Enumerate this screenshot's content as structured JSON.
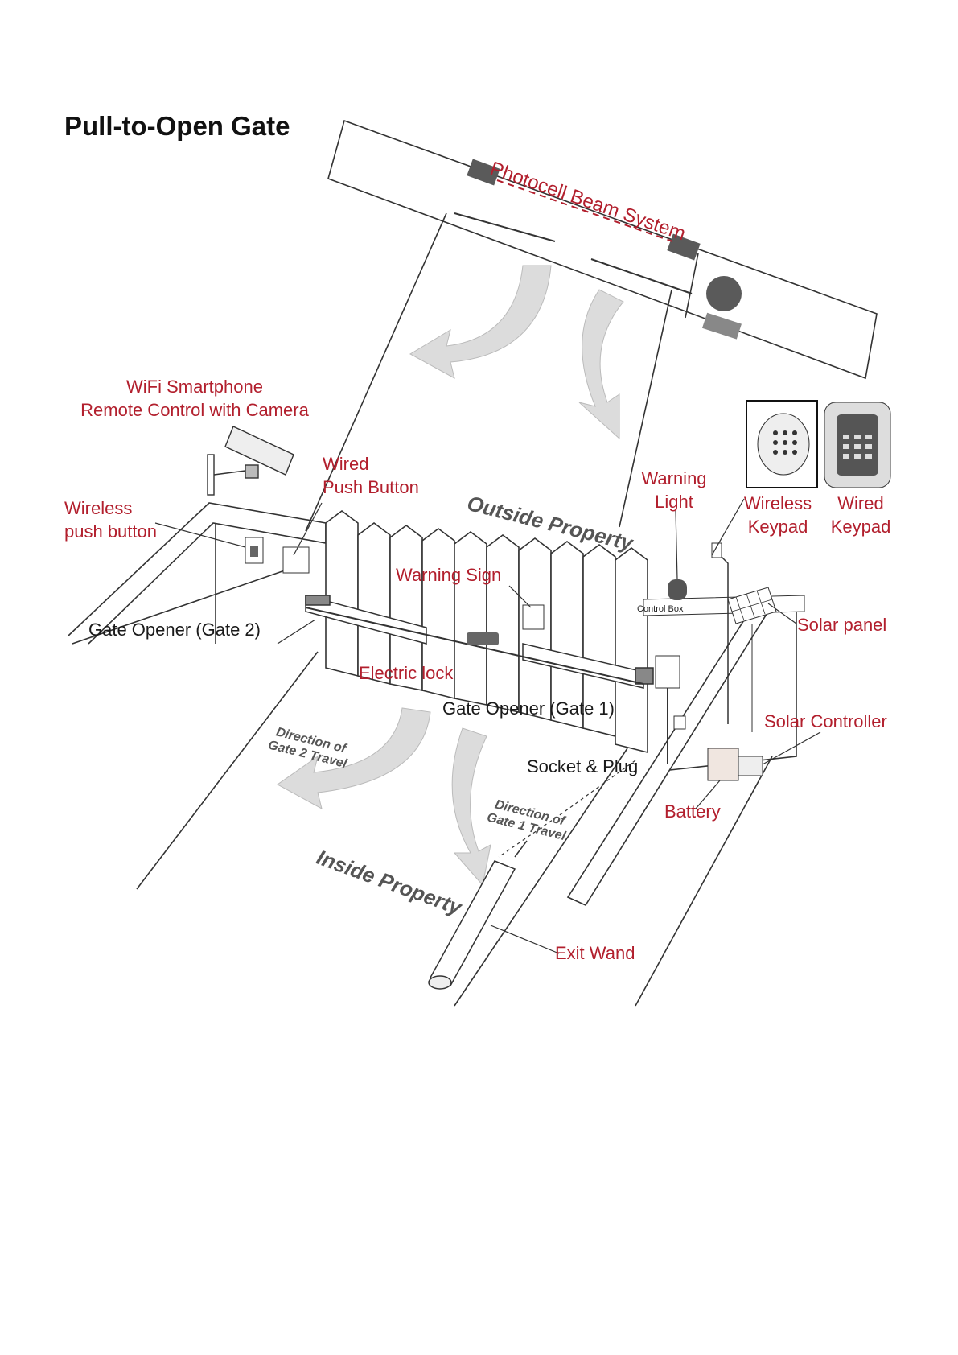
{
  "title": "Pull-to-Open Gate",
  "labels": {
    "photocell": "Photocell Beam System",
    "wifi_line1": "WiFi Smartphone",
    "wifi_line2": "Remote Control with Camera",
    "wired_push_line1": "Wired",
    "wired_push_line2": "Push Button",
    "wireless_push_line1": "Wireless",
    "wireless_push_line2": "push button",
    "warning_light_line1": "Warning",
    "warning_light_line2": "Light",
    "wireless_keypad_line1": "Wireless",
    "wireless_keypad_line2": "Keypad",
    "wired_keypad_line1": "Wired",
    "wired_keypad_line2": "Keypad",
    "outside_property": "Outside Property",
    "warning_sign": "Warning Sign",
    "control_box": "Control Box",
    "solar_panel": "Solar panel",
    "gate_opener_2": "Gate Opener (Gate 2)",
    "electric_lock": "Electric lock",
    "gate_opener_1": "Gate Opener (Gate 1)",
    "solar_controller": "Solar Controller",
    "direction_gate2_line1": "Direction of",
    "direction_gate2_line2": "Gate 2 Travel",
    "socket_plug": "Socket & Plug",
    "direction_gate1_line1": "Direction of",
    "direction_gate1_line2": "Gate 1 Travel",
    "battery": "Battery",
    "inside_property": "Inside Property",
    "exit_wand": "Exit Wand"
  },
  "colors": {
    "label_red": "#b21f2d",
    "line": "#333333",
    "arrow_fill": "#dcdcdc",
    "device_dark": "#5a5a5a"
  }
}
